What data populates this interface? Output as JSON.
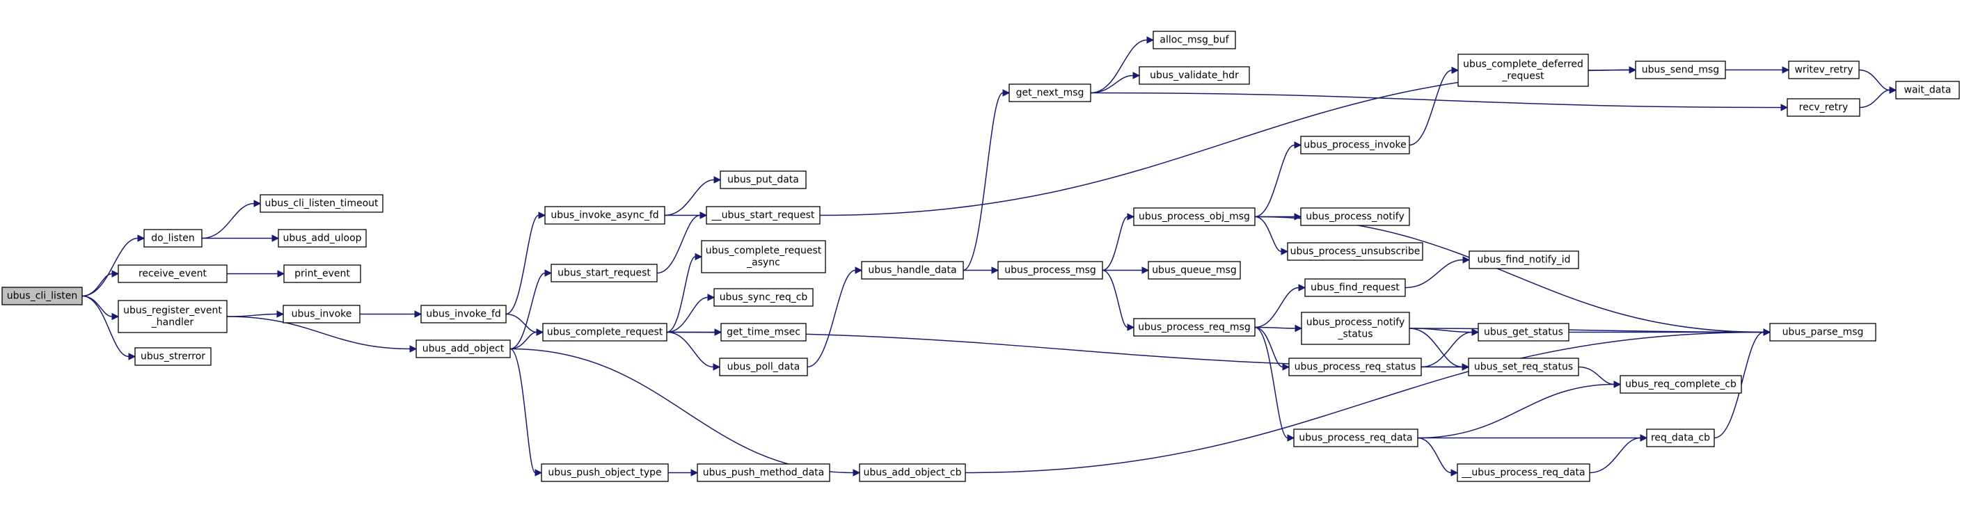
{
  "diagram": {
    "colors": {
      "node_fill": "#ffffff",
      "root_fill": "#bfbfbf",
      "node_border": "#000000",
      "edge": "#191970",
      "text": "#000000"
    },
    "nodes": [
      {
        "id": "ubus_cli_listen",
        "lines": [
          "ubus_cli_listen"
        ],
        "root": true
      },
      {
        "id": "do_listen",
        "lines": [
          "do_listen"
        ]
      },
      {
        "id": "receive_event",
        "lines": [
          "receive_event"
        ]
      },
      {
        "id": "ubus_register_event_handler",
        "lines": [
          "ubus_register_event",
          "_handler"
        ]
      },
      {
        "id": "ubus_strerror",
        "lines": [
          "ubus_strerror"
        ]
      },
      {
        "id": "ubus_cli_listen_timeout",
        "lines": [
          "ubus_cli_listen_timeout"
        ]
      },
      {
        "id": "ubus_add_uloop",
        "lines": [
          "ubus_add_uloop"
        ]
      },
      {
        "id": "print_event",
        "lines": [
          "print_event"
        ]
      },
      {
        "id": "ubus_invoke",
        "lines": [
          "ubus_invoke"
        ]
      },
      {
        "id": "ubus_invoke_fd",
        "lines": [
          "ubus_invoke_fd"
        ]
      },
      {
        "id": "ubus_add_object",
        "lines": [
          "ubus_add_object"
        ]
      },
      {
        "id": "ubus_invoke_async_fd",
        "lines": [
          "ubus_invoke_async_fd"
        ]
      },
      {
        "id": "ubus_start_request",
        "lines": [
          "ubus_start_request"
        ]
      },
      {
        "id": "ubus_complete_request",
        "lines": [
          "ubus_complete_request"
        ]
      },
      {
        "id": "ubus_push_object_type",
        "lines": [
          "ubus_push_object_type"
        ]
      },
      {
        "id": "ubus_put_data",
        "lines": [
          "ubus_put_data"
        ]
      },
      {
        "id": "__ubus_start_request",
        "lines": [
          "__ubus_start_request"
        ]
      },
      {
        "id": "ubus_complete_request_async",
        "lines": [
          "ubus_complete_request",
          "_async"
        ]
      },
      {
        "id": "ubus_sync_req_cb",
        "lines": [
          "ubus_sync_req_cb"
        ]
      },
      {
        "id": "get_time_msec",
        "lines": [
          "get_time_msec"
        ]
      },
      {
        "id": "ubus_poll_data",
        "lines": [
          "ubus_poll_data"
        ]
      },
      {
        "id": "ubus_push_method_data",
        "lines": [
          "ubus_push_method_data"
        ]
      },
      {
        "id": "ubus_handle_data",
        "lines": [
          "ubus_handle_data"
        ]
      },
      {
        "id": "ubus_add_object_cb",
        "lines": [
          "ubus_add_object_cb"
        ]
      },
      {
        "id": "get_next_msg",
        "lines": [
          "get_next_msg"
        ]
      },
      {
        "id": "ubus_process_msg",
        "lines": [
          "ubus_process_msg"
        ]
      },
      {
        "id": "alloc_msg_buf",
        "lines": [
          "alloc_msg_buf"
        ]
      },
      {
        "id": "ubus_validate_hdr",
        "lines": [
          "ubus_validate_hdr"
        ]
      },
      {
        "id": "ubus_process_obj_msg",
        "lines": [
          "ubus_process_obj_msg"
        ]
      },
      {
        "id": "ubus_queue_msg",
        "lines": [
          "ubus_queue_msg"
        ]
      },
      {
        "id": "ubus_process_req_msg",
        "lines": [
          "ubus_process_req_msg"
        ]
      },
      {
        "id": "ubus_process_invoke",
        "lines": [
          "ubus_process_invoke"
        ]
      },
      {
        "id": "ubus_process_notify",
        "lines": [
          "ubus_process_notify"
        ]
      },
      {
        "id": "ubus_process_unsubscribe",
        "lines": [
          "ubus_process_unsubscribe"
        ]
      },
      {
        "id": "ubus_find_request",
        "lines": [
          "ubus_find_request"
        ]
      },
      {
        "id": "ubus_process_notify_status",
        "lines": [
          "ubus_process_notify",
          "_status"
        ]
      },
      {
        "id": "ubus_process_req_status",
        "lines": [
          "ubus_process_req_status"
        ]
      },
      {
        "id": "ubus_process_req_data",
        "lines": [
          "ubus_process_req_data"
        ]
      },
      {
        "id": "__ubus_process_req_data",
        "lines": [
          "__ubus_process_req_data"
        ]
      },
      {
        "id": "ubus_complete_deferred_request",
        "lines": [
          "ubus_complete_deferred",
          "_request"
        ]
      },
      {
        "id": "ubus_send_msg",
        "lines": [
          "ubus_send_msg"
        ]
      },
      {
        "id": "ubus_find_notify_id",
        "lines": [
          "ubus_find_notify_id"
        ]
      },
      {
        "id": "ubus_get_status",
        "lines": [
          "ubus_get_status"
        ]
      },
      {
        "id": "ubus_set_req_status",
        "lines": [
          "ubus_set_req_status"
        ]
      },
      {
        "id": "ubus_req_complete_cb",
        "lines": [
          "ubus_req_complete_cb"
        ]
      },
      {
        "id": "req_data_cb",
        "lines": [
          "req_data_cb"
        ]
      },
      {
        "id": "writev_retry",
        "lines": [
          "writev_retry"
        ]
      },
      {
        "id": "recv_retry",
        "lines": [
          "recv_retry"
        ]
      },
      {
        "id": "ubus_parse_msg",
        "lines": [
          "ubus_parse_msg"
        ]
      },
      {
        "id": "wait_data",
        "lines": [
          "wait_data"
        ]
      }
    ],
    "edges": [
      [
        "ubus_cli_listen",
        "do_listen"
      ],
      [
        "ubus_cli_listen",
        "receive_event"
      ],
      [
        "ubus_cli_listen",
        "ubus_register_event_handler"
      ],
      [
        "ubus_cli_listen",
        "ubus_strerror"
      ],
      [
        "do_listen",
        "ubus_cli_listen_timeout"
      ],
      [
        "do_listen",
        "ubus_add_uloop"
      ],
      [
        "receive_event",
        "print_event"
      ],
      [
        "ubus_register_event_handler",
        "ubus_invoke"
      ],
      [
        "ubus_register_event_handler",
        "ubus_add_object"
      ],
      [
        "ubus_invoke",
        "ubus_invoke_fd"
      ],
      [
        "ubus_invoke_fd",
        "ubus_invoke_async_fd"
      ],
      [
        "ubus_invoke_fd",
        "ubus_complete_request"
      ],
      [
        "ubus_add_object",
        "ubus_start_request"
      ],
      [
        "ubus_add_object",
        "ubus_complete_request"
      ],
      [
        "ubus_add_object",
        "ubus_push_object_type"
      ],
      [
        "ubus_add_object",
        "ubus_add_object_cb"
      ],
      [
        "ubus_invoke_async_fd",
        "ubus_put_data"
      ],
      [
        "ubus_invoke_async_fd",
        "__ubus_start_request"
      ],
      [
        "ubus_start_request",
        "__ubus_start_request"
      ],
      [
        "ubus_complete_request",
        "ubus_complete_request_async"
      ],
      [
        "ubus_complete_request",
        "ubus_sync_req_cb"
      ],
      [
        "ubus_complete_request",
        "get_time_msec"
      ],
      [
        "ubus_complete_request",
        "ubus_poll_data"
      ],
      [
        "ubus_complete_request",
        "ubus_set_req_status"
      ],
      [
        "ubus_push_object_type",
        "ubus_push_method_data"
      ],
      [
        "__ubus_start_request",
        "ubus_send_msg"
      ],
      [
        "ubus_poll_data",
        "ubus_handle_data"
      ],
      [
        "ubus_handle_data",
        "get_next_msg"
      ],
      [
        "ubus_handle_data",
        "ubus_process_msg"
      ],
      [
        "get_next_msg",
        "alloc_msg_buf"
      ],
      [
        "get_next_msg",
        "ubus_validate_hdr"
      ],
      [
        "get_next_msg",
        "recv_retry"
      ],
      [
        "ubus_process_msg",
        "ubus_process_obj_msg"
      ],
      [
        "ubus_process_msg",
        "ubus_queue_msg"
      ],
      [
        "ubus_process_msg",
        "ubus_process_req_msg"
      ],
      [
        "ubus_process_obj_msg",
        "ubus_process_invoke"
      ],
      [
        "ubus_process_obj_msg",
        "ubus_process_notify"
      ],
      [
        "ubus_process_obj_msg",
        "ubus_process_unsubscribe"
      ],
      [
        "ubus_process_obj_msg",
        "ubus_parse_msg"
      ],
      [
        "ubus_process_invoke",
        "ubus_complete_deferred_request"
      ],
      [
        "ubus_complete_deferred_request",
        "ubus_send_msg"
      ],
      [
        "ubus_send_msg",
        "writev_retry"
      ],
      [
        "writev_retry",
        "wait_data"
      ],
      [
        "recv_retry",
        "wait_data"
      ],
      [
        "ubus_process_req_msg",
        "ubus_find_request"
      ],
      [
        "ubus_process_req_msg",
        "ubus_process_notify_status"
      ],
      [
        "ubus_process_req_msg",
        "ubus_process_req_status"
      ],
      [
        "ubus_process_req_msg",
        "ubus_process_req_data"
      ],
      [
        "ubus_find_request",
        "ubus_find_notify_id"
      ],
      [
        "ubus_process_notify_status",
        "ubus_get_status"
      ],
      [
        "ubus_process_notify_status",
        "ubus_set_req_status"
      ],
      [
        "ubus_process_notify_status",
        "ubus_parse_msg"
      ],
      [
        "ubus_process_req_status",
        "ubus_get_status"
      ],
      [
        "ubus_process_req_status",
        "ubus_set_req_status"
      ],
      [
        "ubus_get_status",
        "ubus_parse_msg"
      ],
      [
        "ubus_set_req_status",
        "ubus_req_complete_cb"
      ],
      [
        "ubus_process_req_data",
        "ubus_req_complete_cb"
      ],
      [
        "ubus_process_req_data",
        "req_data_cb"
      ],
      [
        "ubus_process_req_data",
        "__ubus_process_req_data"
      ],
      [
        "__ubus_process_req_data",
        "req_data_cb"
      ],
      [
        "req_data_cb",
        "ubus_parse_msg"
      ],
      [
        "ubus_add_object_cb",
        "ubus_parse_msg"
      ]
    ]
  }
}
